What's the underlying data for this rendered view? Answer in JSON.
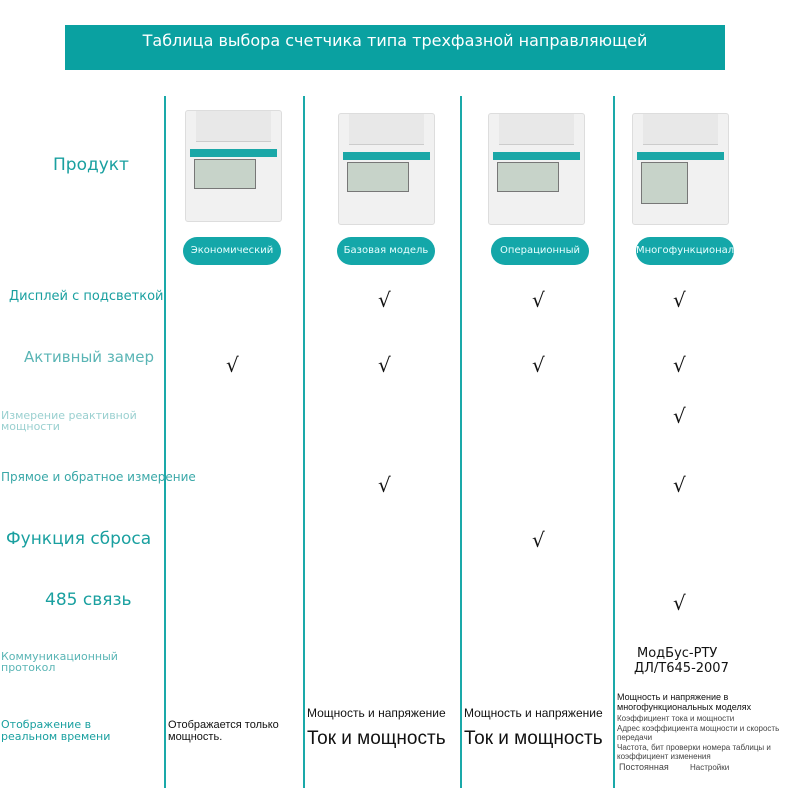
{
  "header": {
    "title": "Таблица выбора счетчика типа трехфазной направляющей"
  },
  "rows": {
    "product": "Продукт",
    "backlight": "Дисплей с подсветкой",
    "active": "Активный замер",
    "reactive": "Измерение реактивной мощности",
    "bidirectional": "Прямое и обратное измерение",
    "reset": "Функция сброса",
    "rs485": "485 связь",
    "protocol": "Коммуникационный протокол",
    "realtime": "Отображение в реальном времени"
  },
  "products": [
    {
      "label": "Экономический"
    },
    {
      "label": "Базовая модель"
    },
    {
      "label": "Операционный"
    },
    {
      "label": "Многофункциональный"
    }
  ],
  "check": "√",
  "protocol_value": {
    "line1": "МодБус-РТУ",
    "line2": "ДЛ/Т645-2007"
  },
  "realtime": {
    "c1": "Отображается только мощность.",
    "c2_top": "Мощность и напряжение",
    "c2_big": "Ток и мощность",
    "c3_top": "Мощность и напряжение",
    "c3_big": "Ток и мощность",
    "c4_top": "Мощность и напряжение в многофункциональных моделях",
    "c4_a": "Коэффициент тока и мощности",
    "c4_b": "Адрес коэффициента мощности и скорость передачи",
    "c4_c": "Частота, бит проверки номера таблицы и коэффициент изменения",
    "c4_d": "Постоянная",
    "c4_e": "Настройки"
  }
}
